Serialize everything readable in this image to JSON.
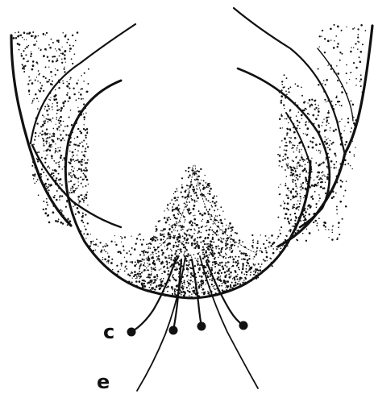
{
  "figure": {
    "labels": {
      "c": "c",
      "e": "e"
    },
    "colors": {
      "ink": "#111111",
      "paper": "#ffffff"
    },
    "stipple_regions": [
      "outer-lobe-left",
      "outer-lobe-right",
      "middle-lobe-left",
      "middle-lobe-right",
      "inner-lobe",
      "apex-cone"
    ]
  }
}
